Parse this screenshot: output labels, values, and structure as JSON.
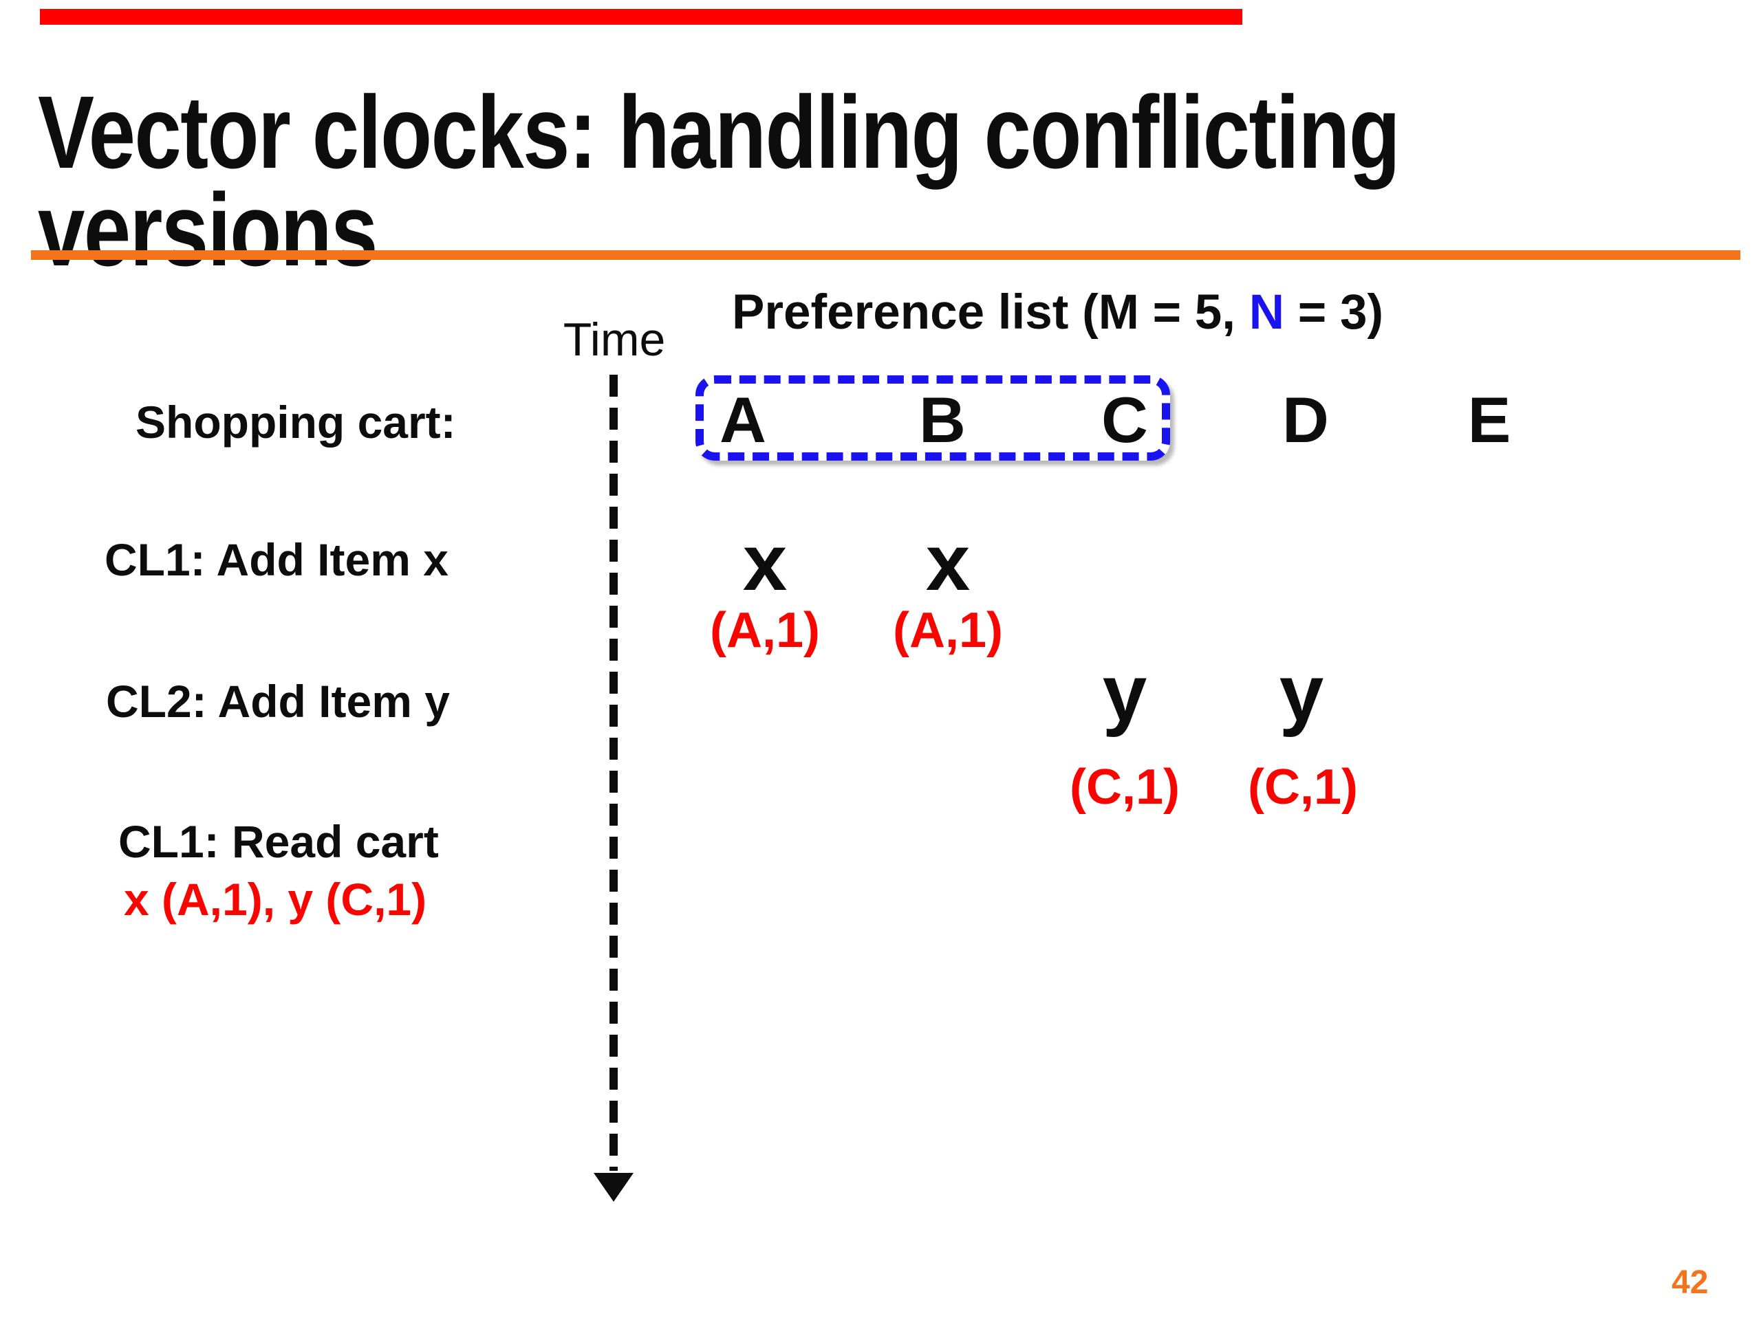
{
  "slide": {
    "title_line1": "Vector clocks: handling conflicting",
    "title_line2": "versions",
    "page_number": "42"
  },
  "diagram": {
    "time_label": "Time",
    "preference_header": {
      "prefix": "Preference list (M = 5, ",
      "n_label": "N",
      "suffix": " = 3)"
    },
    "nodes": [
      "A",
      "B",
      "C",
      "D",
      "E"
    ],
    "shopping_cart_label": "Shopping cart:",
    "events": [
      {
        "label": "CL1: Add Item x",
        "markers": [
          {
            "node": "A",
            "item": "x",
            "clock": "(A,1)"
          },
          {
            "node": "B",
            "item": "x",
            "clock": "(A,1)"
          }
        ]
      },
      {
        "label": "CL2: Add Item y",
        "markers": [
          {
            "node": "C",
            "item": "y",
            "clock": "(C,1)"
          },
          {
            "node": "D",
            "item": "y",
            "clock": "(C,1)"
          }
        ]
      },
      {
        "label": "CL1: Read cart",
        "result": "x (A,1), y (C,1)"
      }
    ]
  },
  "colors": {
    "accent_orange": "#f4741b",
    "annotation_red": "#f90500",
    "highlight_blue": "#1a13f0",
    "text_black": "#0d0d0d",
    "progress_red": "#ff0000"
  }
}
